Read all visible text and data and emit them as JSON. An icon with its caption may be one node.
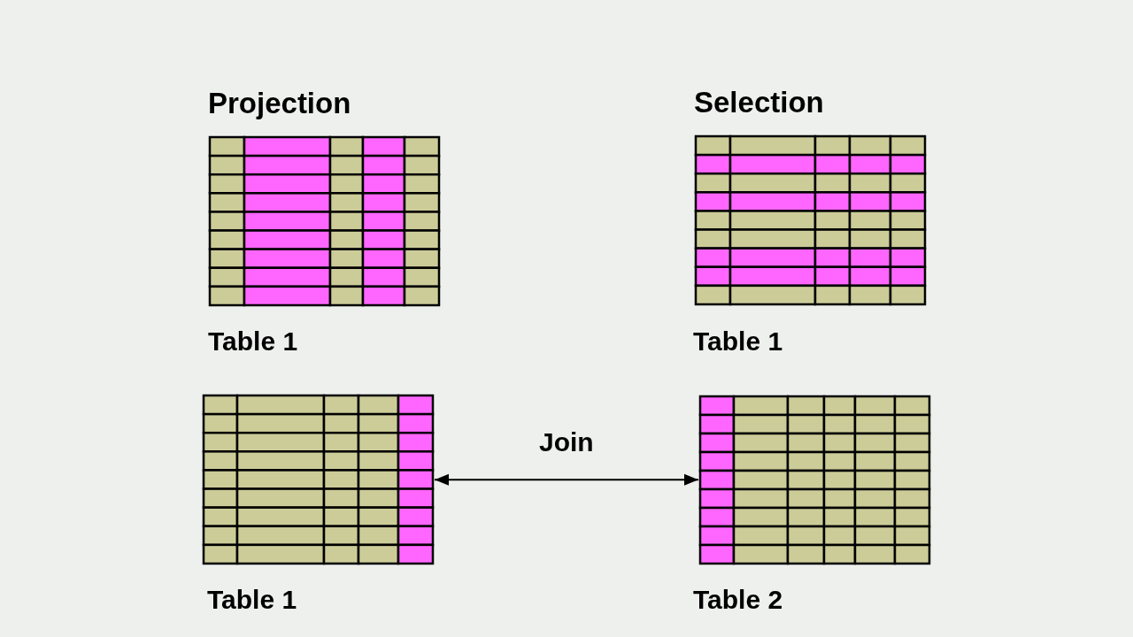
{
  "diagram": {
    "nodes": [
      {
        "text": [
          "Projection"
        ],
        "beside": [
          "Table 1"
        ]
      },
      {
        "text": [
          "Selection"
        ],
        "beside": [
          "Table 1"
        ]
      },
      {
        "text": [],
        "shape": "box",
        "beside": [
          "Table 1"
        ]
      },
      {
        "text": [],
        "shape": "box",
        "beside": [
          "Table 2"
        ]
      }
    ],
    "edges": [
      {
        "from": 2,
        "to": 3,
        "arrow": "both",
        "label": "Join"
      }
    ]
  }
}
